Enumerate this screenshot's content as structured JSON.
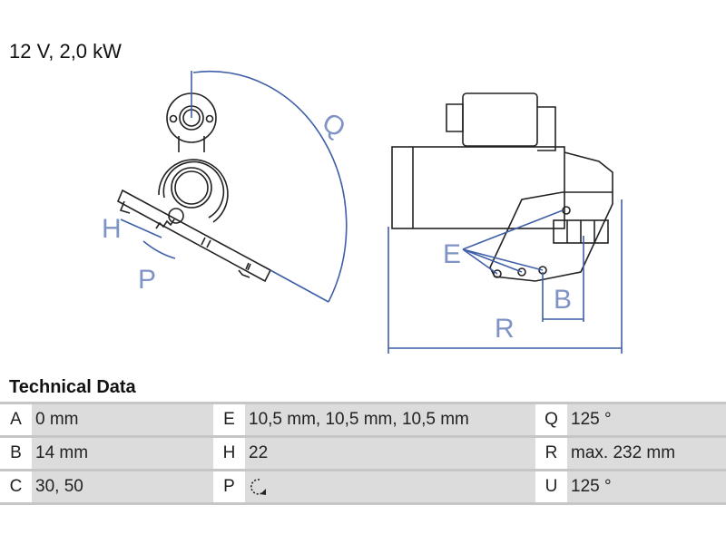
{
  "title": "12 V, 2,0 kW",
  "diagram_labels": {
    "Q": "Q",
    "H": "H",
    "P": "P",
    "E": "E",
    "B": "B",
    "R": "R"
  },
  "technical_data": {
    "heading": "Technical Data",
    "rows": [
      [
        {
          "k": "A",
          "v": "0 mm"
        },
        {
          "k": "E",
          "v": "10,5 mm, 10,5 mm, 10,5 mm"
        },
        {
          "k": "Q",
          "v": "125 °"
        }
      ],
      [
        {
          "k": "B",
          "v": "14 mm"
        },
        {
          "k": "H",
          "v": "22"
        },
        {
          "k": "R",
          "v": "max. 232 mm"
        }
      ],
      [
        {
          "k": "C",
          "v": "30, 50"
        },
        {
          "k": "P",
          "v": "",
          "icon": "rotation-direction-icon"
        },
        {
          "k": "U",
          "v": "125 °"
        }
      ]
    ]
  },
  "colors": {
    "dimension": "#3f5fa8",
    "line": "#222222",
    "cell": "#dcdcdc"
  }
}
